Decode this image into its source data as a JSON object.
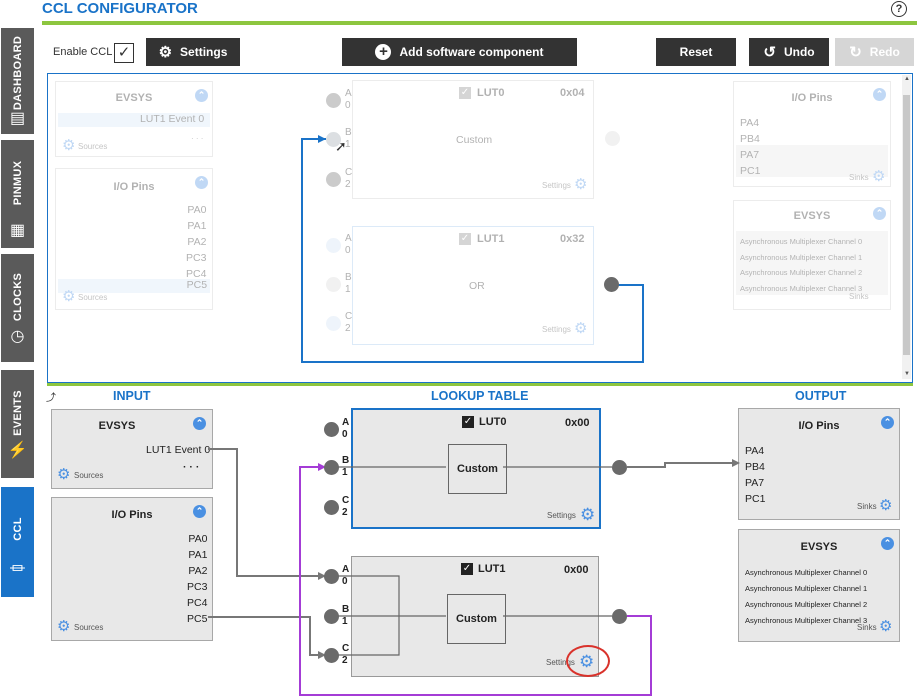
{
  "header": {
    "title": "CCL CONFIGURATOR",
    "help": "?"
  },
  "sidebar": {
    "tabs": [
      {
        "label": "DASHBOARD",
        "icon": "dashboard-icon"
      },
      {
        "label": "PINMUX",
        "icon": "chip-icon"
      },
      {
        "label": "CLOCKS",
        "icon": "clock-icon"
      },
      {
        "label": "EVENTS",
        "icon": "lightning-icon"
      },
      {
        "label": "CCL",
        "icon": "logic-gate-icon"
      }
    ]
  },
  "toolbar": {
    "enable_label": "Enable CCL",
    "enable_checked": "✓",
    "settings_label": "Settings",
    "add_label": "Add software component",
    "reset_label": "Reset",
    "undo_label": "Undo",
    "redo_label": "Redo"
  },
  "preview": {
    "input_evsys": {
      "title": "EVSYS",
      "items": [
        "LUT1 Event 0"
      ],
      "more": "· · ·",
      "footer": "Sources"
    },
    "input_io": {
      "title": "I/O Pins",
      "items": [
        "PA0",
        "PA1",
        "PA2",
        "PC3",
        "PC4",
        "PC5"
      ],
      "footer": "Sources"
    },
    "lut0": {
      "name": "LUT0",
      "code": "0x04",
      "func": "Custom",
      "settings": "Settings"
    },
    "lut1": {
      "name": "LUT1",
      "code": "0x32",
      "func": "OR",
      "settings": "Settings"
    },
    "ports": [
      {
        "letter": "A",
        "num": "0"
      },
      {
        "letter": "B",
        "num": "1"
      },
      {
        "letter": "C",
        "num": "2"
      }
    ],
    "out_io": {
      "title": "I/O Pins",
      "items": [
        "PA4",
        "PB4",
        "PA7",
        "PC1"
      ],
      "footer": "Sinks"
    },
    "out_evsys": {
      "title": "EVSYS",
      "items": [
        "Asynchronous Multiplexer Channel 0",
        "Asynchronous Multiplexer Channel 1",
        "Asynchronous Multiplexer Channel 2",
        "Asynchronous Multiplexer Channel 3"
      ],
      "footer": "Sinks"
    }
  },
  "main": {
    "input_heading": "INPUT",
    "lut_heading": "LOOKUP TABLE",
    "output_heading": "OUTPUT",
    "input_evsys": {
      "title": "EVSYS",
      "items": [
        "LUT1 Event 0"
      ],
      "more": "· · ·",
      "footer": "Sources"
    },
    "input_io": {
      "title": "I/O Pins",
      "items": [
        "PA0",
        "PA1",
        "PA2",
        "PC3",
        "PC4",
        "PC5"
      ],
      "footer": "Sources"
    },
    "lut0": {
      "name": "LUT0",
      "code": "0x00",
      "func": "Custom",
      "settings": "Settings"
    },
    "lut1": {
      "name": "LUT1",
      "code": "0x00",
      "func": "Custom",
      "settings": "Settings"
    },
    "ports": [
      {
        "letter": "A",
        "num": "0"
      },
      {
        "letter": "B",
        "num": "1"
      },
      {
        "letter": "C",
        "num": "2"
      }
    ],
    "out_io": {
      "title": "I/O Pins",
      "items": [
        "PA4",
        "PB4",
        "PA7",
        "PC1"
      ],
      "footer": "Sinks"
    },
    "out_evsys": {
      "title": "EVSYS",
      "items": [
        "Asynchronous Multiplexer Channel 0",
        "Asynchronous Multiplexer Channel 1",
        "Asynchronous Multiplexer Channel 2",
        "Asynchronous Multiplexer Channel 3"
      ],
      "footer": "Sinks"
    }
  },
  "colors": {
    "accent": "#1a73c8",
    "green": "#8dc63f",
    "purple": "#a43cd6",
    "highlight": "#d9322b"
  }
}
